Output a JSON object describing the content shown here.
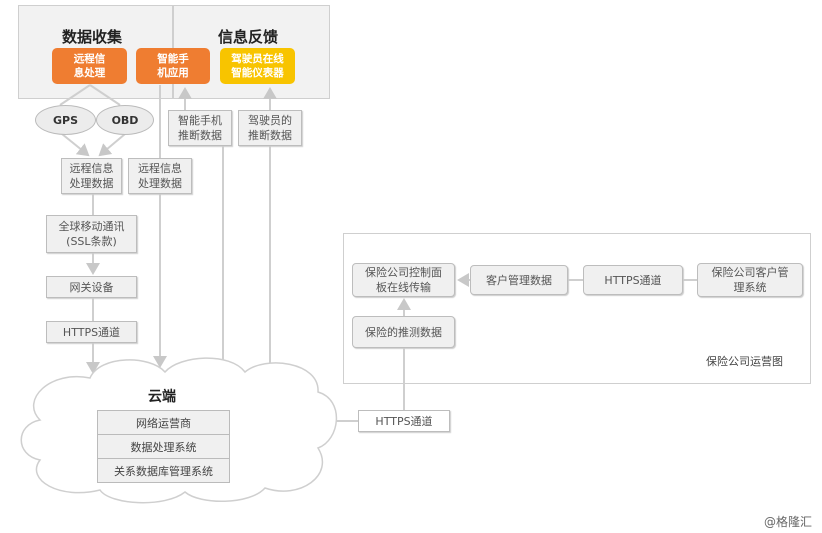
{
  "top_panel": {
    "collect_title": "数据收集",
    "feedback_title": "信息反馈",
    "boxes": [
      "远程信\n息处理",
      "智能手\n机应用",
      "驾驶员在线\n智能仪表器"
    ]
  },
  "colors": {
    "orange": "#ef7d31",
    "yellow": "#f8c400"
  },
  "sensors": [
    "GPS",
    "OBD"
  ],
  "inference": [
    "智能手机\n推断数据",
    "驾驶员的\n推断数据"
  ],
  "telematics": [
    "远程信息\n处理数据",
    "远程信息\n处理数据"
  ],
  "chain": [
    "全球移动通讯\n(SSL条款)",
    "网关设备",
    "HTTPS通道"
  ],
  "cloud": {
    "title": "云端",
    "rows": [
      "网络运营商",
      "数据处理系统",
      "关系数据库管理系统"
    ]
  },
  "cloud_link": "HTTPS通道",
  "insurer": {
    "boxes": [
      "保险公司控制面\n板在线传输",
      "客户管理数据",
      "HTTPS通道",
      "保险公司客户管\n理系统",
      "保险的推测数据"
    ],
    "caption": "保险公司运营图"
  },
  "watermark": "@格隆汇"
}
